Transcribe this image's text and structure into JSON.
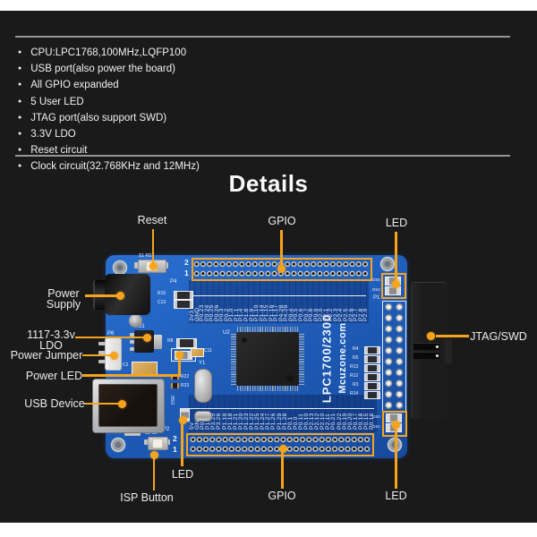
{
  "features": {
    "items": [
      "CPU:LPC1768,100MHz,LQFP100",
      "USB port(also power the board)",
      "All GPIO expanded",
      "5 User LED",
      "JTAG port(also support SWD)",
      "3.3V LDO",
      "Reset circuit",
      "Clock circuit(32.768KHz and 12MHz)"
    ]
  },
  "details_title": "Details",
  "annotations": {
    "reset": "Reset",
    "gpio_top": "GPIO",
    "led_top": "LED",
    "power_supply_line1": "Power",
    "power_supply_line2": "Supply",
    "ldo_line1": "1117-3.3v",
    "ldo_line2": "LDO",
    "power_jumper": "Power Jumper",
    "power_led": "Power LED",
    "usb_device": "USB Device",
    "isp_button": "ISP Button",
    "led_bottom_left": "LED",
    "gpio_bottom": "GPIO",
    "led_bottom_right": "LED",
    "jtag_swd": "JTAG/SWD"
  },
  "board": {
    "silkscreen": {
      "s1_rst": "S1  RST",
      "s2_isp": "S2  ISP",
      "p1": "P1",
      "p2": "P2",
      "p4": "P4",
      "p6": "P6",
      "u1": "U1",
      "u2": "U2",
      "y1": "Y1",
      "r15": "R15",
      "c13": "C13",
      "r8": "R8",
      "c2": "C2",
      "c11": "C11",
      "r22": "R22",
      "r23": "R23",
      "ds5": "DS5",
      "ds3": "DS3",
      "ds2": "DS2",
      "ds1": "DS1",
      "ds6": "DS6",
      "row2": "2",
      "row1": "1",
      "board_name": "LPC1700/2300",
      "board_site": "Mcuzone.com"
    },
    "resistor_refs": [
      "R4",
      "R5",
      "R13",
      "R12",
      "R3",
      "R14"
    ],
    "top_pin_labels": [
      "3V3",
      "GND",
      "P0.23",
      "P0.24",
      "P0.25",
      "P0.26",
      "P0.3",
      "P0.2",
      "P1.0",
      "P1.1",
      "P1.4",
      "P1.8",
      "P1.9",
      "P1.10",
      "P1.14",
      "P1.15",
      "P1.16",
      "P1.17",
      "P4.28",
      "P4.29",
      "P0.4",
      "P0.5",
      "P0.6",
      "P0.7",
      "P0.8",
      "P0.9",
      "P2.0",
      "P2.1",
      "P2.2",
      "P2.3",
      "P2.4",
      "P2.5",
      "P2.6",
      "P2.7",
      "P2.8",
      "P2.9"
    ],
    "bottom_pin_labels": [
      "5V",
      "GND",
      "P0.28",
      "P1.31",
      "P3.25",
      "P3.26",
      "P1.19",
      "P1.18",
      "P1.21",
      "P1.20",
      "P1.23",
      "P1.22",
      "P1.25",
      "P1.24",
      "P1.27",
      "P1.26",
      "P1.29",
      "P1.28",
      "P0.1",
      "P0.0",
      "P0.11",
      "P0.10",
      "P2.13",
      "P2.12",
      "P2.10",
      "P2.11",
      "P0.21",
      "P0.22",
      "P0.19",
      "P0.20",
      "P0.17",
      "P0.18",
      "P0.15",
      "P0.16"
    ]
  },
  "colors": {
    "accent_orange": "#F7A41D",
    "pcb_blue": "#1E5CB3",
    "panel_background": "#1A1A1A"
  }
}
